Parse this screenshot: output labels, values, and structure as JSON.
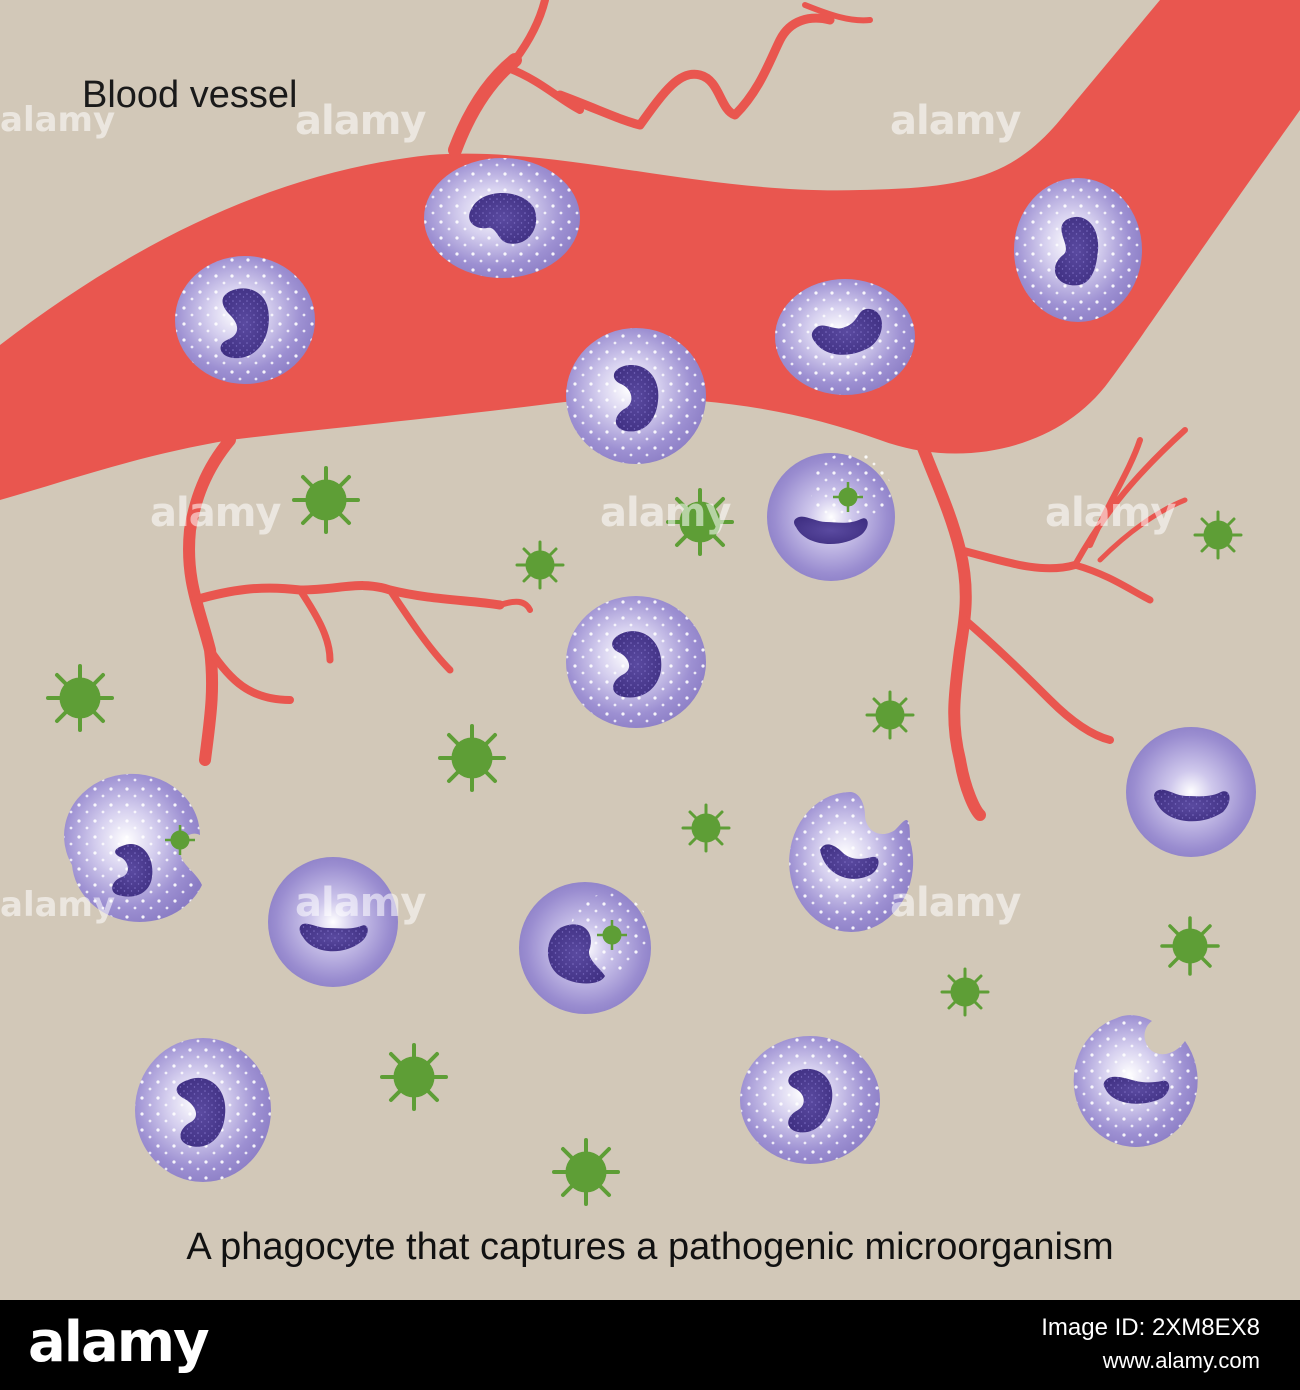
{
  "labels": {
    "vessel": "Blood vessel",
    "caption": "A phagocyte that captures a pathogenic microorganism"
  },
  "watermark": "alamy",
  "footer": {
    "logo": "alamy",
    "image_id": "Image ID: 2XM8EX8",
    "url": "www.alamy.com"
  },
  "colors": {
    "background": "#d2c8b8",
    "vessel": "#e9564f",
    "cell": "#8f82c8",
    "nucleus": "#4b3a8f",
    "microbe": "#5e9e36"
  },
  "icons": {
    "phagocyte": "phagocyte-cell-icon",
    "microbe": "pathogen-microbe-icon"
  }
}
